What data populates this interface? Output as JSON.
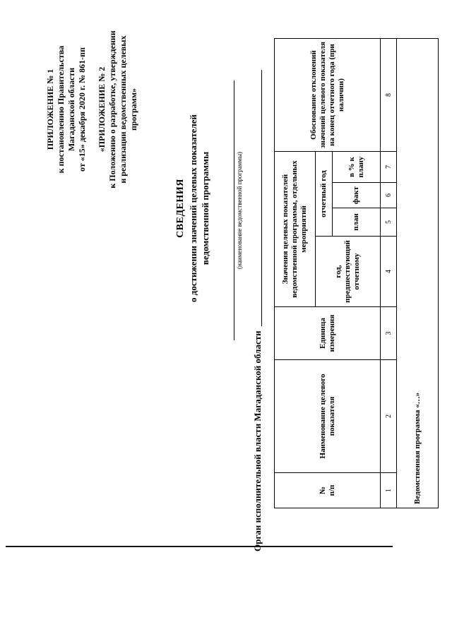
{
  "document": {
    "appendix_header": {
      "block1": [
        "ПРИЛОЖЕНИЕ № 1",
        "к постановлению Правительства",
        "Магаданской области",
        "от «15» декабря 2020 г. № 861-пп"
      ],
      "block2": [
        "«ПРИЛОЖЕНИЕ № 2",
        "к Положению о разработке, утверждении",
        "и реализации ведомственных целевых",
        "программ»"
      ]
    },
    "title": {
      "heading": "СВЕДЕНИЯ",
      "subtitle_line1": "о достижении значений целевых показателей",
      "subtitle_line2": "ведомственной программы",
      "program_name_caption": "(наименование ведомственной программы)"
    },
    "authority": {
      "label": "Орган исполнительной власти Магаданской области"
    },
    "table": {
      "header": {
        "col_no_line1": "№",
        "col_no_line2": "п/п",
        "col_indicator": "Наименование целевого показателя",
        "col_unit": "Единица измерения",
        "col_values_group": "Значения целевых показателей ведомственной программы, отдельных мероприятий",
        "col_prev_year": "год, предшествующий отчетному",
        "col_report_year": "отчетный год",
        "col_plan": "план",
        "col_fact": "факт",
        "col_pct": "в % к плану",
        "col_justification": "Обоснование отклонений значений целевого показателя на конец отчетного года (при наличии)"
      },
      "column_numbers": [
        "1",
        "2",
        "3",
        "4",
        "5",
        "6",
        "7",
        "8"
      ],
      "rows": [
        {
          "label": "Ведомственная программа «…»"
        }
      ]
    }
  },
  "colors": {
    "ink": "#000000",
    "paper": "#ffffff"
  }
}
